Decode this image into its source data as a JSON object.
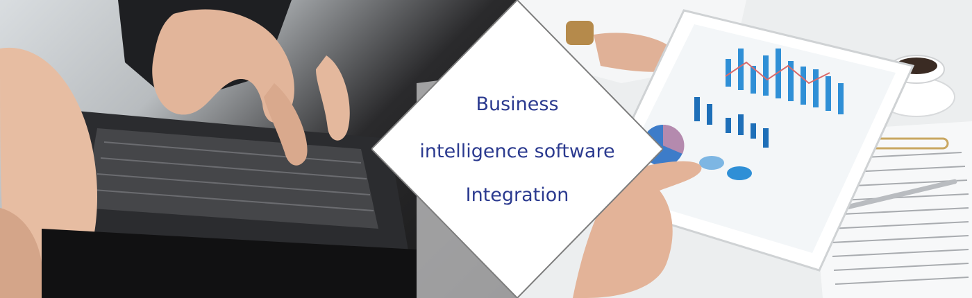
{
  "banner": {
    "headline": {
      "line1": "Business",
      "line2": "intelligence software",
      "line3": "Integration"
    },
    "colors": {
      "headline": "#2b3a8f",
      "panel": "#ffffff",
      "panel_border": "#7d7d7d"
    },
    "images": {
      "left_photo": "hands-typing-on-laptop",
      "right_photo": "hand-pointing-at-tablet-charts"
    }
  }
}
